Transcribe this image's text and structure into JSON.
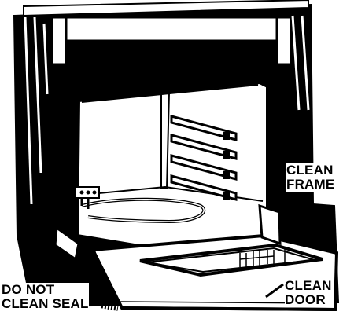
{
  "labels": {
    "clean_frame": {
      "line1": "CLEAN",
      "line2": "FRAME"
    },
    "do_not_clean_seal": {
      "line1": "DO NOT",
      "line2": "CLEAN SEAL"
    },
    "clean_door": {
      "line1": "CLEAN",
      "line2": "DOOR"
    }
  },
  "colors": {
    "ink": "#000000",
    "paper": "#ffffff"
  }
}
